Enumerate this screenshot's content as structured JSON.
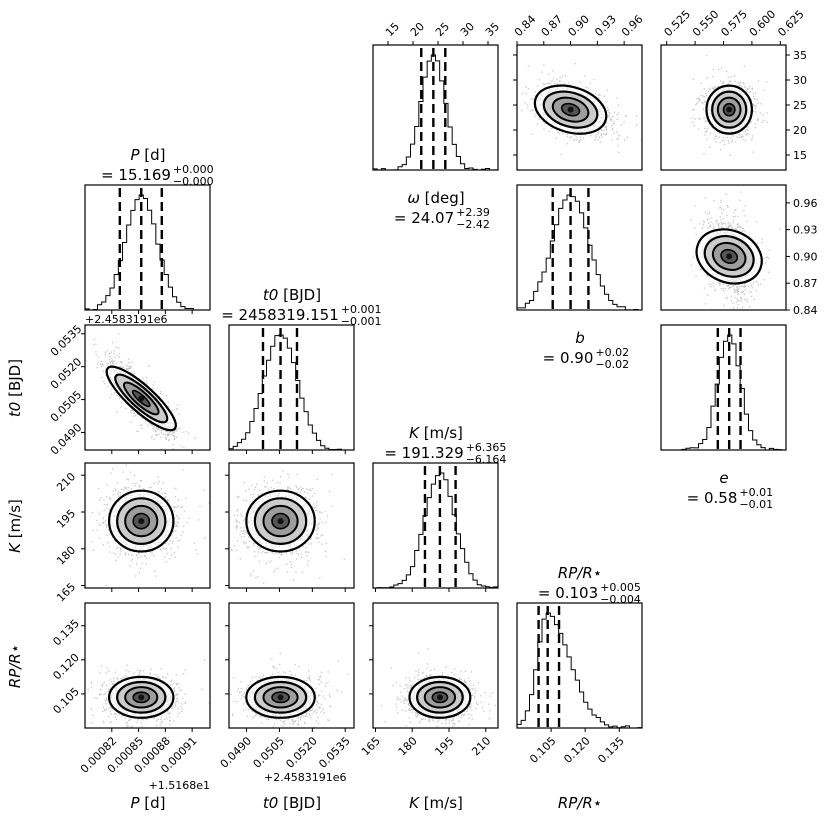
{
  "chart_data": {
    "type": "scatter",
    "subtype": "corner-plot",
    "grid": false,
    "params": [
      {
        "key": "P",
        "axis_label": "P [d]",
        "title": "P [d] = 15.169 +0.000 −0.000",
        "median": 0.000853,
        "lo": 0.000829,
        "hi": 0.000876,
        "sigma": 1.8e-05,
        "range": [
          0.00079,
          0.00093
        ],
        "ticks": [
          0.00082,
          0.00085,
          0.00088,
          0.00091
        ],
        "tick_labels": [
          "0.00082",
          "0.00085",
          "0.00088",
          "0.00091"
        ],
        "offset_text": "+1.5168e1",
        "hist_offset_text": "+2.4583191e6",
        "title_parts": {
          "name": "P",
          "unit": "[d]",
          "value": "15.169",
          "plus": "+0.000",
          "minus": "−0.000"
        }
      },
      {
        "key": "t0",
        "axis_label": "t0 [BJD]",
        "title": "t0 [BJD] = 2458319.151 +0.001 −0.001",
        "median": 0.05055,
        "lo": 0.04975,
        "hi": 0.0513,
        "sigma": 0.00078,
        "range": [
          0.0482,
          0.0539
        ],
        "ticks": [
          0.049,
          0.0505,
          0.052,
          0.0535
        ],
        "tick_labels": [
          "0.0490",
          "0.0505",
          "0.0520",
          "0.0535"
        ],
        "offset_text": "+2.4583191e6",
        "title_parts": {
          "name": "t0",
          "unit": "[BJD]",
          "value": "2458319.151",
          "plus": "+0.001",
          "minus": "−0.001"
        }
      },
      {
        "key": "K",
        "axis_label": "K [m/s]",
        "title": "K [m/s] = 191.329 +6.365 −6.164",
        "median": 191.3,
        "lo": 185.2,
        "hi": 197.7,
        "sigma": 6.2,
        "range": [
          164,
          215
        ],
        "ticks": [
          165,
          180,
          195,
          210
        ],
        "tick_labels": [
          "165",
          "180",
          "195",
          "210"
        ],
        "title_parts": {
          "name": "K",
          "unit": "[m/s]",
          "value": "191.329",
          "plus": "+6.365",
          "minus": "−6.164"
        }
      },
      {
        "key": "RpRs",
        "axis_label": "RP/R⋆",
        "title": "RP/R⋆ = 0.103 +0.005 −0.004",
        "median": 0.1035,
        "lo": 0.0995,
        "hi": 0.1085,
        "sigma": 0.0045,
        "range": [
          0.09,
          0.145
        ],
        "ticks": [
          0.105,
          0.12,
          0.135
        ],
        "tick_labels": [
          "0.105",
          "0.120",
          "0.135"
        ],
        "title_parts": {
          "name": "RP/R⋆",
          "unit": "",
          "value": "0.103",
          "plus": "+0.005",
          "minus": "−0.004"
        }
      },
      {
        "key": "omega",
        "axis_label": "ω [deg]",
        "title": "ω [deg] = 24.07 +2.39 −2.42",
        "median": 24.07,
        "lo": 21.65,
        "hi": 26.46,
        "sigma": 2.4,
        "range": [
          12,
          37
        ],
        "ticks": [
          15,
          20,
          25,
          30,
          35
        ],
        "tick_labels": [
          "15",
          "20",
          "25",
          "30",
          "35"
        ],
        "title_parts": {
          "name": "ω",
          "unit": "[deg]",
          "value": "24.07",
          "plus": "+2.39",
          "minus": "−2.42"
        }
      },
      {
        "key": "b",
        "axis_label": "b",
        "title": "b = 0.90 +0.02 −0.02",
        "median": 0.9,
        "lo": 0.88,
        "hi": 0.92,
        "sigma": 0.02,
        "range": [
          0.84,
          0.98
        ],
        "ticks": [
          0.84,
          0.87,
          0.9,
          0.93,
          0.96
        ],
        "tick_labels": [
          "0.84",
          "0.87",
          "0.90",
          "0.93",
          "0.96"
        ],
        "title_parts": {
          "name": "b",
          "unit": "",
          "value": "0.90",
          "plus": "+0.02",
          "minus": "−0.02"
        }
      },
      {
        "key": "e",
        "axis_label": "e",
        "title": "e = 0.58 +0.01 −0.01",
        "median": 0.58,
        "lo": 0.57,
        "hi": 0.59,
        "sigma": 0.01,
        "range": [
          0.52,
          0.63
        ],
        "ticks": [
          0.525,
          0.55,
          0.575,
          0.6,
          0.625
        ],
        "tick_labels": [
          "0.525",
          "0.550",
          "0.575",
          "0.600",
          "0.625"
        ],
        "title_parts": {
          "name": "e",
          "unit": "",
          "value": "0.58",
          "plus": "+0.01",
          "minus": "−0.01"
        }
      }
    ],
    "lower_triangle": {
      "params": [
        "P",
        "t0",
        "K",
        "RpRs"
      ],
      "correlations": {
        "t0|P": -0.85,
        "K|P": 0.0,
        "K|t0": 0.0,
        "RpRs|P": 0.0,
        "RpRs|t0": 0.0,
        "RpRs|K": 0.0
      }
    },
    "upper_triangle": {
      "params": [
        "omega",
        "b",
        "e"
      ],
      "correlations": {
        "b|omega": -0.45,
        "e|omega": 0.0,
        "e|b": -0.25
      }
    },
    "colors": {
      "points": "#000000",
      "contour_fill": "#808080",
      "lines": "#000000",
      "background": "#ffffff"
    }
  }
}
